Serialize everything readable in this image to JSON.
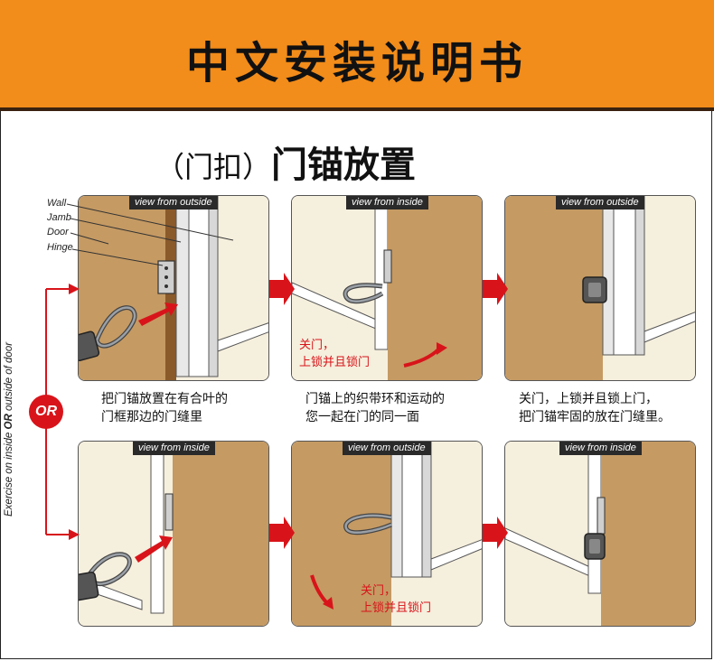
{
  "header": {
    "title": "中文安装说明书"
  },
  "section": {
    "title_paren": "（门扣）",
    "title_main": "门锚放置"
  },
  "side": {
    "text_before": "Exercise on inside ",
    "text_or": "OR",
    "text_after": " outside of door",
    "or_badge": "OR"
  },
  "parts": {
    "wall": "Wall",
    "jamb": "Jamb",
    "door": "Door",
    "hinge": "Hinge"
  },
  "panels": {
    "p1": {
      "view": "view from outside"
    },
    "p2": {
      "view": "view from inside",
      "note_line1": "关门，",
      "note_line2": "上锁并且锁门"
    },
    "p3": {
      "view": "view from outside"
    },
    "p4": {
      "view": "view from inside"
    },
    "p5": {
      "view": "view from outside",
      "note_line1": "关门，",
      "note_line2": "上锁并且锁门"
    },
    "p6": {
      "view": "view from inside"
    }
  },
  "captions": {
    "c1_line1": "把门锚放置在有合叶的",
    "c1_line2": "门框那边的门缝里",
    "c2_line1": "门锚上的织带环和运动的",
    "c2_line2": "您一起在门的同一面",
    "c3_line1": "关门，上锁并且锁上门，",
    "c3_line2": "把门锚牢固的放在门缝里。"
  },
  "colors": {
    "header_bg": "#f28c1a",
    "accent_red": "#d8141a",
    "door_brown": "#c59a63",
    "wall_cream": "#f5efdd"
  }
}
